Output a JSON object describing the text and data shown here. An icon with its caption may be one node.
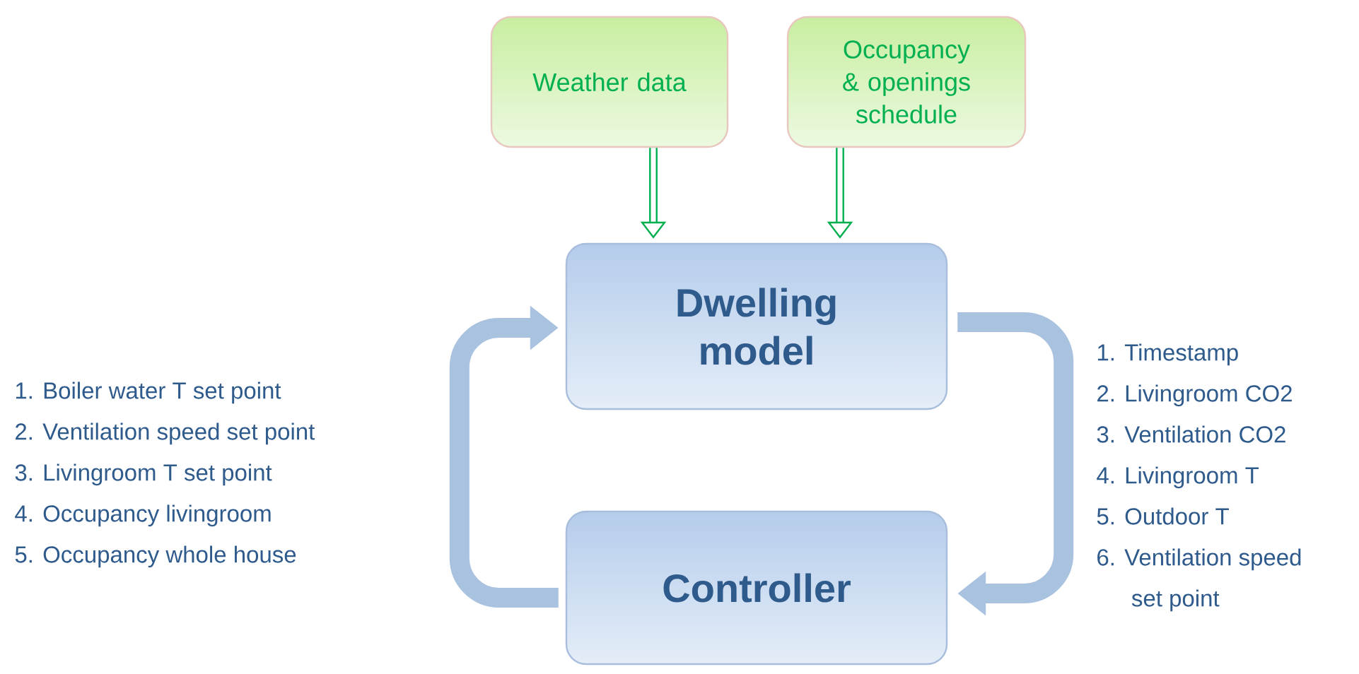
{
  "diagram": {
    "nodes": [
      {
        "text": [
          "Weather data"
        ]
      },
      {
        "text": [
          "Occupancy & openings schedule"
        ]
      },
      {
        "text": [
          "Dwelling model"
        ]
      },
      {
        "text": [
          "Controller"
        ]
      }
    ],
    "edges": [
      {
        "from": 0,
        "to": 2,
        "arrow": "to",
        "color": "#00b050"
      },
      {
        "from": 1,
        "to": 2,
        "arrow": "to",
        "color": "#00b050"
      },
      {
        "from": 3,
        "to": 2,
        "arrow": "to",
        "style": "thick",
        "color": "#a9c2e0"
      },
      {
        "from": 2,
        "to": 3,
        "arrow": "to",
        "style": "thick",
        "color": "#a9c2e0"
      }
    ],
    "labels": [
      "1. Boiler water T set point",
      "2. Ventilation speed set point",
      "3. Livingroom T set point",
      "4. Occupancy livingroom",
      "5. Occupancy whole house",
      "1. Timestamp",
      "2. Livingroom CO2",
      "3. Ventilation CO2",
      "4. Livingroom T",
      "5. Outdoor T",
      "6. Ventilation speed set point"
    ]
  }
}
